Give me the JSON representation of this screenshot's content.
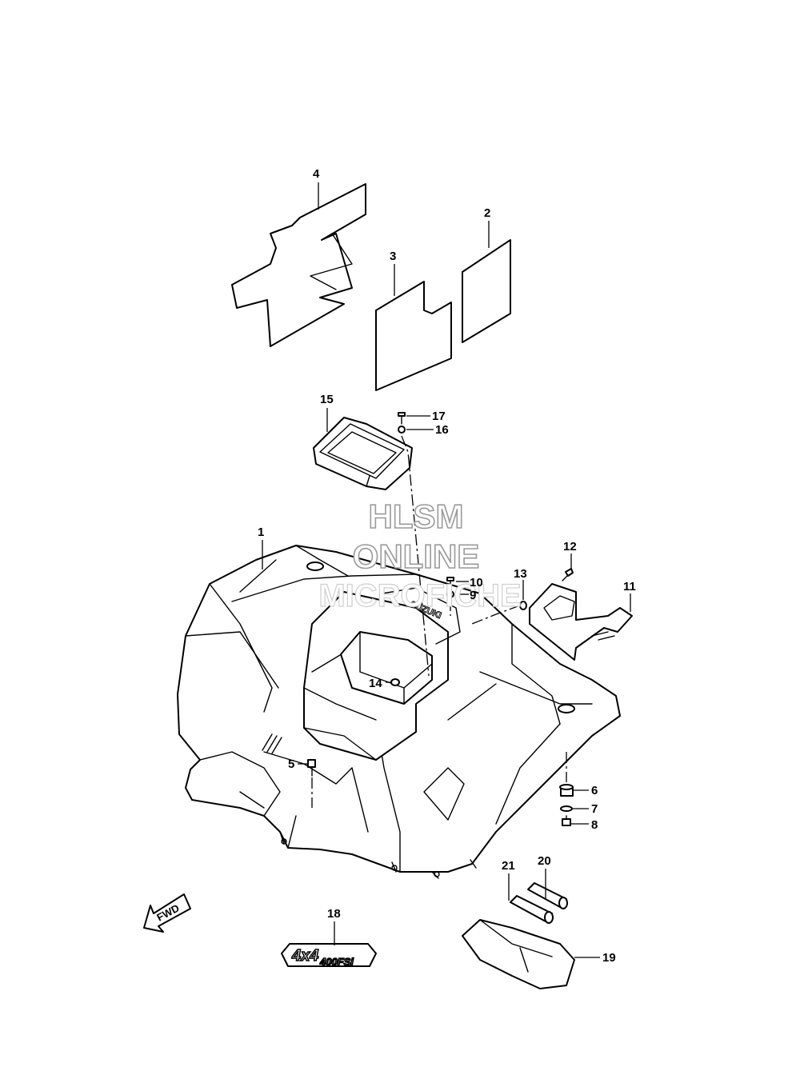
{
  "callouts": {
    "p1": "1",
    "p2": "2",
    "p3": "3",
    "p4": "4",
    "p5": "5",
    "p6": "6",
    "p7": "7",
    "p8": "8",
    "p9": "9",
    "p10": "10",
    "p11": "11",
    "p12": "12",
    "p13": "13",
    "p14": "14",
    "p15": "15",
    "p16": "16",
    "p17": "17",
    "p18": "18",
    "p19": "19",
    "p20": "20",
    "p21": "21"
  },
  "watermark": {
    "line1": "HLSM",
    "line2": "ONLINE",
    "line3": "MICROFICHE"
  },
  "fwd_label": "FWD",
  "emblem": {
    "top": "4x4",
    "bottom": "400FSi"
  },
  "fender_brand": "SUZUKI"
}
